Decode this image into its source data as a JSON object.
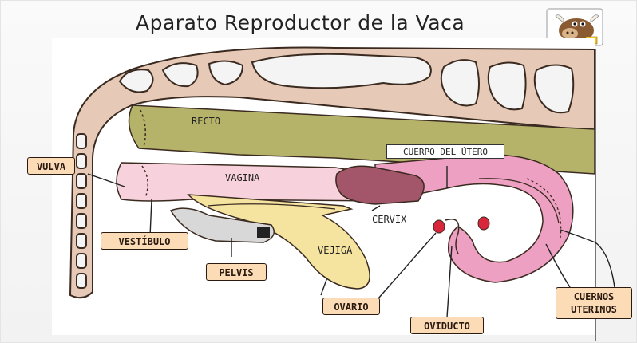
{
  "title": "Aparato Reproductor de la Vaca",
  "labels": {
    "recto": "RECTO",
    "vagina": "VAGINA",
    "cervix": "CERVIX",
    "cuerpo_utero": "CUERPO DEL ÚTERO",
    "vejiga": "VEJIGA"
  },
  "callouts": {
    "vulva": "VULVA",
    "vestibulo": "VESTÍBULO",
    "pelvis": "PELVIS",
    "ovario": "OVARIO",
    "oviducto": "OVIDUCTO",
    "cuernos_line1": "CUERNOS",
    "cuernos_line2": "UTERINOS"
  },
  "icons": {
    "cow": "cow-head-icon"
  },
  "colors": {
    "spine": "#e6c9b6",
    "vertebra": "#f4f4f4",
    "rectum": "#b5b26a",
    "vagina": "#f7d1dc",
    "cervix": "#a3566a",
    "uterus": "#eea0c2",
    "bladder": "#f5e3a0",
    "ovary": "#d8263a",
    "callout": "#fbdcb7"
  }
}
